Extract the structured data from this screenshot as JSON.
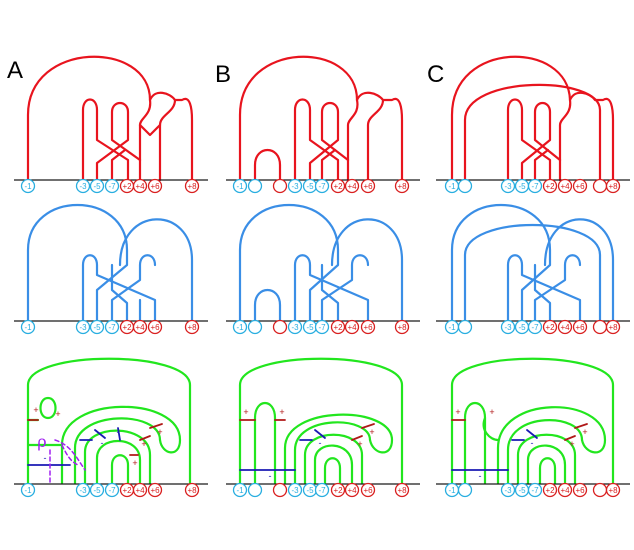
{
  "panels": [
    {
      "label": "A",
      "rows": [
        [
          "-1",
          "-3",
          "-5",
          "-7",
          "+2",
          "+4",
          "+6",
          "+8"
        ],
        [
          "-1",
          "-3",
          "-5",
          "-7",
          "+2",
          "+4",
          "+6",
          "+8"
        ],
        [
          "-1",
          "-3",
          "-5",
          "-7",
          "+2",
          "+4",
          "+6",
          "+8"
        ]
      ]
    },
    {
      "label": "B",
      "rows": [
        [
          "-1",
          "",
          "",
          "-3",
          "-5",
          "-7",
          "+2",
          "+4",
          "+6",
          "+8"
        ],
        [
          "-1",
          "",
          "",
          "-3",
          "-5",
          "-7",
          "+2",
          "+4",
          "+6",
          "+8"
        ],
        [
          "-1",
          "",
          "",
          "-3",
          "-5",
          "-7",
          "+2",
          "+4",
          "+6",
          "+8"
        ]
      ]
    },
    {
      "label": "C",
      "rows": [
        [
          "-1",
          "",
          "-3",
          "-5",
          "-7",
          "+2",
          "+4",
          "+6",
          "",
          "+8"
        ],
        [
          "-1",
          "",
          "-3",
          "-5",
          "-7",
          "+2",
          "+4",
          "+6",
          "",
          "+8"
        ],
        [
          "-1",
          "",
          "-3",
          "-5",
          "-7",
          "+2",
          "+4",
          "+6",
          "",
          "+8"
        ]
      ]
    }
  ],
  "annotation_symbol": "ρ",
  "signs": {
    "plus": "+",
    "minus": "-"
  },
  "colors": {
    "red": "#e8141e",
    "blue": "#3a8ee6",
    "green": "#22e61e",
    "dark_blue": "#1a1ab4",
    "dark_red": "#b01818",
    "purple": "#a020f0",
    "cyan": "#29aee0",
    "node_red": "#d92020",
    "baseline": "#1a1a1a"
  }
}
